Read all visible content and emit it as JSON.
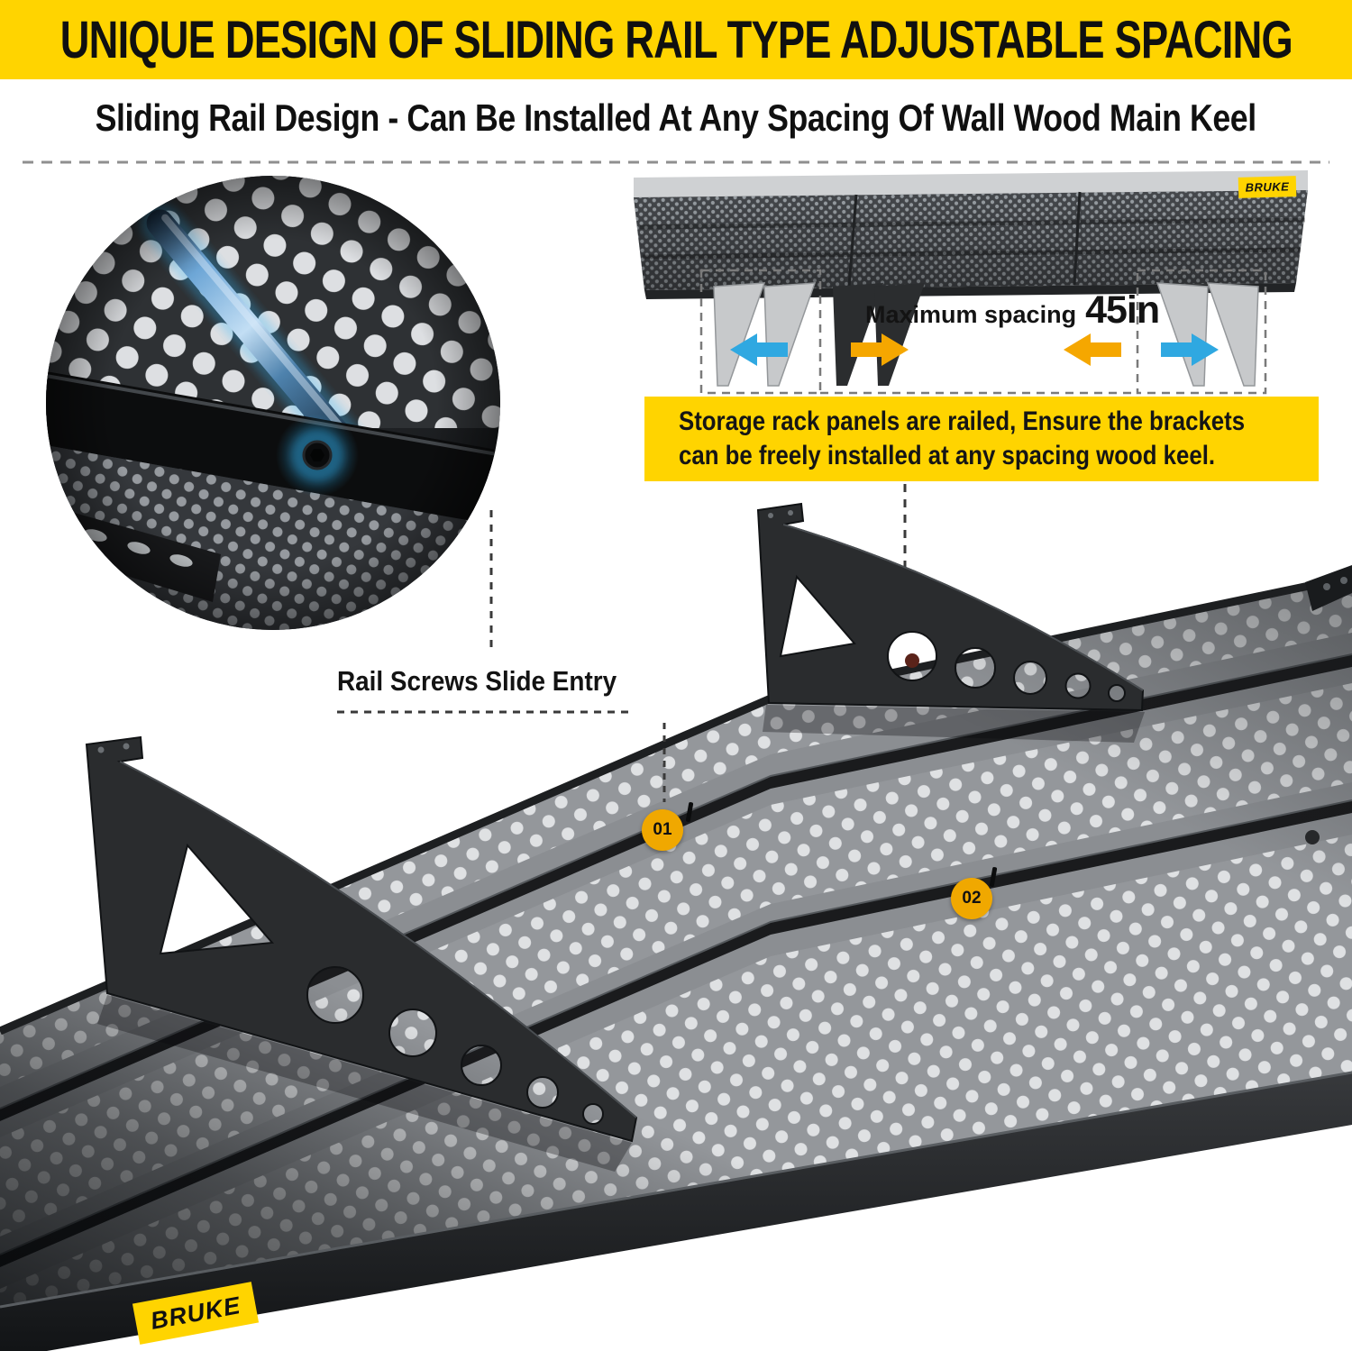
{
  "header": {
    "title": "UNIQUE DESIGN OF SLIDING RAIL TYPE ADJUSTABLE SPACING",
    "subtitle": "Sliding Rail Design - Can Be Installed At Any Spacing Of Wall Wood Main Keel"
  },
  "rack_figure": {
    "spacing_label": "Maximum spacing",
    "spacing_value": "45in",
    "brand": "BRUKE"
  },
  "info_box": {
    "line1": "Storage rack panels are railed, Ensure the brackets",
    "line2": "can be freely installed at any spacing wood keel."
  },
  "main_figure": {
    "rail_label": "Rail Screws Slide Entry",
    "marker_1": "01",
    "marker_2": "02",
    "brand": "BRUKE"
  },
  "colors": {
    "banner_yellow": "#FFD400",
    "info_yellow": "#FFD400",
    "marker_yellow": "#F0A800",
    "arrow_blue": "#2FA8E1",
    "arrow_yellow": "#F5A700"
  }
}
